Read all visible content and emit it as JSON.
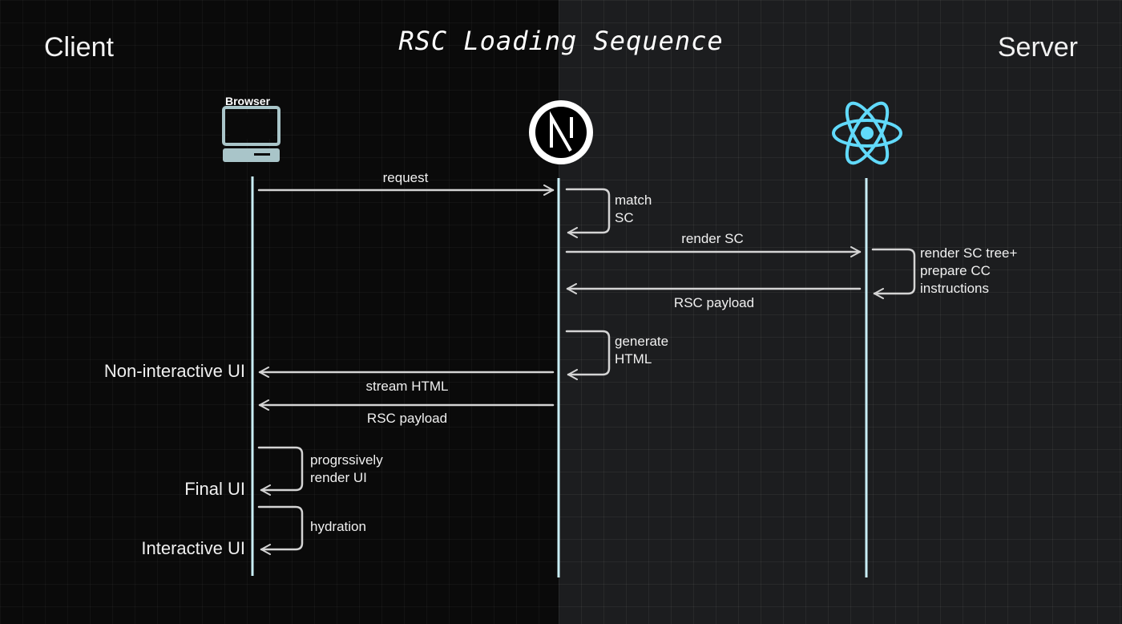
{
  "title": "RSC Loading Sequence",
  "client_title": "Client",
  "server_title": "Server",
  "actors": {
    "browser": {
      "label": "Browser",
      "icon": "monitor-icon"
    },
    "nextjs": {
      "icon": "nextjs-logo-icon"
    },
    "react": {
      "icon": "react-logo-icon",
      "color": "#61dafb"
    }
  },
  "colors": {
    "lifeline": "#c9eef7",
    "arrow": "#d4d4d4",
    "monitor": "#a9c5c9"
  },
  "messages": {
    "request": "request",
    "match_sc": [
      "match",
      "SC"
    ],
    "render_sc": "render SC",
    "render_tree": [
      "render SC tree+",
      "prepare CC",
      "instructions"
    ],
    "rsc_payload_1": "RSC payload",
    "generate_html": [
      "generate",
      "HTML"
    ],
    "stream_html": "stream HTML",
    "rsc_payload_2": "RSC payload",
    "progressive": [
      "progrssively",
      "render UI"
    ],
    "hydration": "hydration"
  },
  "states": {
    "non_interactive": "Non-interactive UI",
    "final": "Final UI",
    "interactive": "Interactive UI"
  }
}
